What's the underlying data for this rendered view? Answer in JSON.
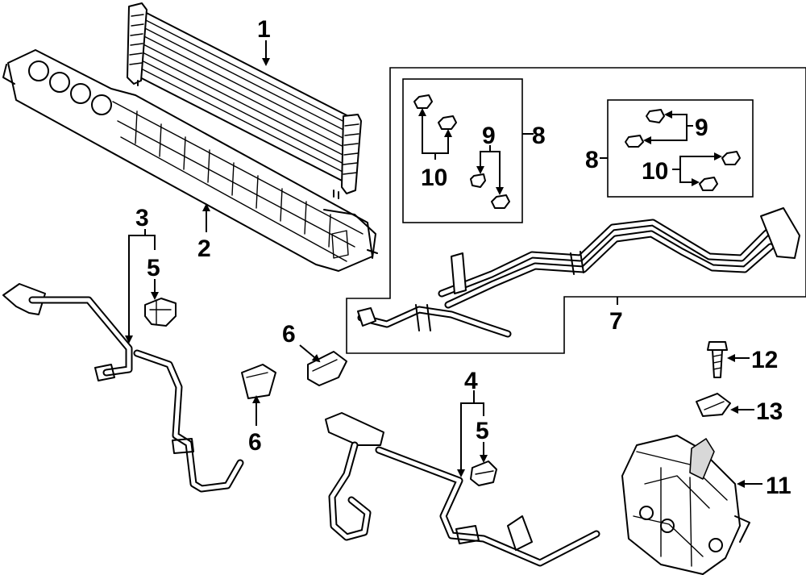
{
  "labels": [
    {
      "id": "1",
      "text": "1"
    },
    {
      "id": "2",
      "text": "2"
    },
    {
      "id": "3",
      "text": "3"
    },
    {
      "id": "4",
      "text": "4"
    },
    {
      "id": "5a",
      "text": "5"
    },
    {
      "id": "5b",
      "text": "5"
    },
    {
      "id": "6a",
      "text": "6"
    },
    {
      "id": "6b",
      "text": "6"
    },
    {
      "id": "7",
      "text": "7"
    },
    {
      "id": "8a",
      "text": "8"
    },
    {
      "id": "8b",
      "text": "8"
    },
    {
      "id": "9a",
      "text": "9"
    },
    {
      "id": "9b",
      "text": "9"
    },
    {
      "id": "10a",
      "text": "10"
    },
    {
      "id": "10b",
      "text": "10"
    },
    {
      "id": "11",
      "text": "11"
    },
    {
      "id": "12",
      "text": "12"
    },
    {
      "id": "13",
      "text": "13"
    }
  ]
}
